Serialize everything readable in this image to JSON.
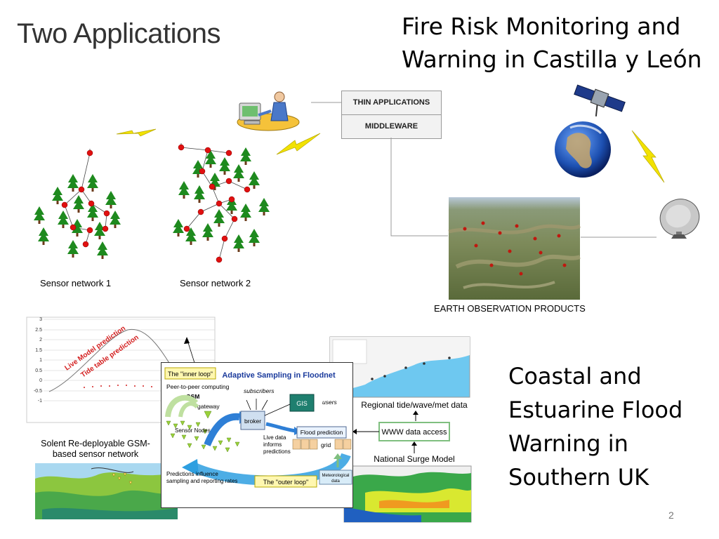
{
  "slide": {
    "title": "Two Applications",
    "number": "2"
  },
  "fire": {
    "heading_line1": "Fire Risk Monitoring and",
    "heading_line2": "Warning in Castilla y León",
    "stack": [
      "THIN APPLICATIONS",
      "MIDDLEWARE"
    ],
    "sensor_network_1_label": "Sensor network 1",
    "sensor_network_2_label": "Sensor network 2",
    "earth_observation_label": "EARTH OBSERVATION PRODUCTS"
  },
  "flood": {
    "heading": [
      "Coastal and",
      "Estuarine Flood",
      "Warning in",
      "Southern UK"
    ],
    "solent_label": [
      "Solent Re-deployable GSM-",
      "based sensor network"
    ],
    "regional_label": "Regional tide/wave/met data",
    "national_label": "National Surge Model",
    "www_label": "WWW data access",
    "plot_annotations": [
      "Live Model prediction",
      "Tide table prediction"
    ],
    "plot_yticks": [
      "3",
      "2.5",
      "2",
      "1.5",
      "1",
      "0.5",
      "0",
      "-0.5",
      "-1"
    ],
    "floodnet": {
      "title": "Adaptive Sampling in Floodnet",
      "inner_loop": "The \"inner loop\"",
      "outer_loop": "The \"outer loop\"",
      "p2p": "Peer-to-peer computing",
      "gsm": "GSM",
      "gateway": "gateway",
      "sensor_nodes": "Sensor Nodes",
      "subscribers": "subscribers",
      "gis": "GIS",
      "users": "users",
      "broker": "broker",
      "flood_prediction": "Flood prediction",
      "grid": "grid",
      "live_data": [
        "Live data",
        "informs",
        "predictions"
      ],
      "predictions_influence": [
        "Predictions influence",
        "sampling and reporting rates"
      ],
      "met_data": [
        "Meteorological",
        "data"
      ]
    }
  },
  "colors": {
    "tree": "#1e8a1e",
    "sensor_node": "#e01010",
    "lightning": "#f2e200",
    "floodnet_title": "#1a3a9c",
    "flow_arrow": "#2e7fd6",
    "gis_box": "#1f7f6f",
    "sensor_triangle": "#9ad13a"
  },
  "icons": [
    "satellite-icon",
    "globe-icon",
    "satellite-dish-icon",
    "computer-user-icon",
    "lightning-icon",
    "tree-icon"
  ]
}
